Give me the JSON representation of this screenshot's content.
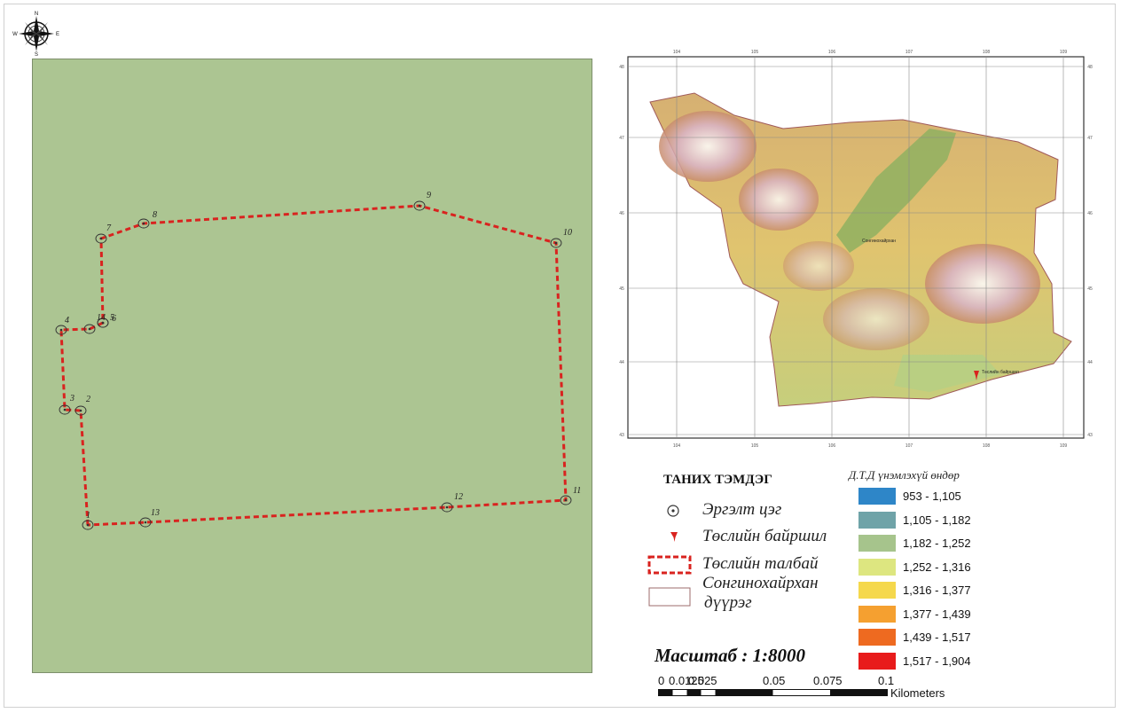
{
  "north_arrow": {
    "n": "N",
    "s": "S",
    "w": "W",
    "e": "E"
  },
  "site_points": [
    {
      "id": "1",
      "label": "1"
    },
    {
      "id": "2",
      "label": "2"
    },
    {
      "id": "3",
      "label": "3"
    },
    {
      "id": "4",
      "label": "4"
    },
    {
      "id": "5",
      "label": "5"
    },
    {
      "id": "6",
      "label": "6"
    },
    {
      "id": "7",
      "label": "7"
    },
    {
      "id": "8",
      "label": "8"
    },
    {
      "id": "9",
      "label": "9"
    },
    {
      "id": "10",
      "label": "10"
    },
    {
      "id": "11",
      "label": "11"
    },
    {
      "id": "12",
      "label": "12"
    },
    {
      "id": "13",
      "label": "13"
    },
    {
      "id": "14",
      "label": "14"
    }
  ],
  "inset": {
    "lon_ticks": [
      "104",
      "105",
      "106",
      "107",
      "108",
      "109"
    ],
    "lat_ticks": [
      "48",
      "47",
      "46",
      "45",
      "44",
      "43"
    ],
    "district_label": "Сонгинохайрхан",
    "project_label": "Төслийн байршил"
  },
  "legend": {
    "title": "ТАНИХ ТЭМДЭГ",
    "items": [
      {
        "symbol": "turn-point",
        "label": "Эргэлт цэг"
      },
      {
        "symbol": "project-location",
        "label": "Төслийн байршил"
      },
      {
        "symbol": "project-area",
        "label": "Төслийн талбай"
      },
      {
        "symbol": "district-boundary",
        "label_line1": "Сонгинохайрхан",
        "label_line2": "дүүрэг"
      }
    ]
  },
  "dem_legend": {
    "title": "Д.Т.Д үнэмлэхүй өндөр",
    "classes": [
      {
        "label": "953 - 1,105",
        "color": "#2e86c8"
      },
      {
        "label": "1,105 - 1,182",
        "color": "#6fa3a8"
      },
      {
        "label": "1,182 - 1,252",
        "color": "#a6c48c"
      },
      {
        "label": "1,252 - 1,316",
        "color": "#dde680"
      },
      {
        "label": "1,316 - 1,377",
        "color": "#f5d84c"
      },
      {
        "label": "1,377 - 1,439",
        "color": "#f5a030"
      },
      {
        "label": "1,439 - 1,517",
        "color": "#ee6a20"
      },
      {
        "label": "1,517 - 1,904",
        "color": "#e81b1b"
      }
    ]
  },
  "scale": {
    "text": "Масштаб : 1:8000",
    "bar_labels": [
      "0",
      "0.0125",
      "0.025",
      "0.05",
      "0.075",
      "0.1"
    ],
    "unit": "Kilometers"
  },
  "colors": {
    "site_fill": "#acc592",
    "boundary": "#d9231f"
  }
}
